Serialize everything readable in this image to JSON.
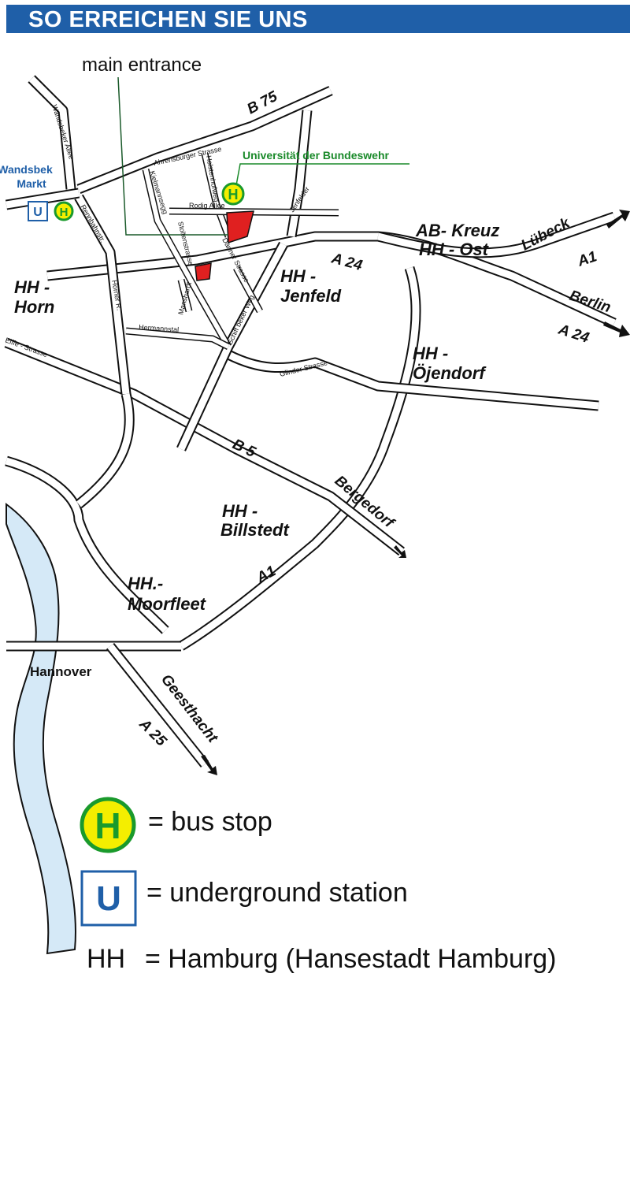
{
  "header": {
    "title": "SO ERREICHEN SIE UNS"
  },
  "colors": {
    "header_bg": "#1f5fa8",
    "river": "#d5e9f7",
    "building": "#e02020",
    "bus_stop": "#f4ee00",
    "bus_ring": "#1a9a2c",
    "uni_label": "#1a8a2a",
    "ubahn": "#1f5fa8"
  },
  "map": {
    "main_entrance": "main entrance",
    "university": "Universität der Bundeswehr",
    "ubahn_station": "Wandsbek\nMarkt",
    "ubahn_station_l1": "Wandsbek",
    "ubahn_station_l2": "Markt",
    "places": {
      "horn_l1": "HH -",
      "horn_l2": "Horn",
      "jenfeld_l1": "HH -",
      "jenfeld_l2": "Jenfeld",
      "kreuz_l1": "AB- Kreuz",
      "kreuz_l2": "HH - Ost",
      "oejendorf_l1": "HH -",
      "oejendorf_l2": "Öjendorf",
      "billstedt_l1": "HH -",
      "billstedt_l2": "Billstedt",
      "moorfleet_l1": "HH.-",
      "moorfleet_l2": "Moorfleet"
    },
    "roads": {
      "b75": "B 75",
      "a24_1": "A 24",
      "a24_2": "A 24",
      "a1_1": "A1",
      "a1_2": "A1",
      "b5": "B 5",
      "a25": "A 25",
      "luebeck": "Lübeck",
      "berlin": "Berlin",
      "bergedorf": "Bergedorf",
      "geesthacht": "Geesthacht",
      "hannover": "Hannover"
    },
    "streets": {
      "wandsbeker": "Wandsbeker Allee",
      "ahrensburger": "Ahrensburger Strasse",
      "holstenhofweg": "Holstenhofweg",
      "kielmannsegg": "Kielmannsegg",
      "rodigallee": "Rodig Allee",
      "jenfelder": "Jenfelder",
      "stoltenstrasse": "Stoltenstrasse",
      "rennbahnstr": "Rennbahnstr.",
      "hornerr": "Horner R.",
      "manshardt": "Manshardt",
      "dannerstr": "Dänner Strasse",
      "schiffbeker": "Schiff beker Weg",
      "hermannstal": "Hermannstal",
      "oeffestrasse": "Eiffe - Strasse",
      "glinder": "Glinder Strasse"
    },
    "bus_letter": "H",
    "ubahn_letter": "U"
  },
  "legend": {
    "bus_letter": "H",
    "bus": "= bus stop",
    "ubahn_letter": "U",
    "ubahn": "= underground station",
    "hh_abbr": "HH",
    "hh": "= Hamburg (Hansestadt Hamburg)"
  }
}
